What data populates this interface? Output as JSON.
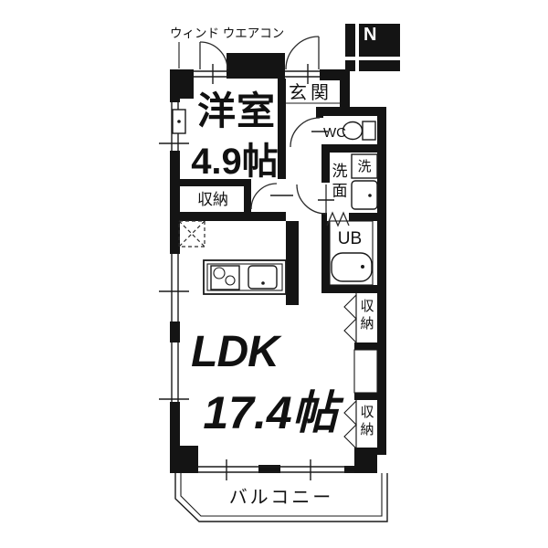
{
  "plan": {
    "title_hint": "apartment floor plan",
    "north_label": "N",
    "ac_label": "ウィンド ウエアコン",
    "entrance": {
      "label": "玄関"
    },
    "wc": {
      "label": "WC"
    },
    "laundry": {
      "label": "洗"
    },
    "washroom": {
      "label": "洗面"
    },
    "bath": {
      "label": "UB"
    },
    "western_room": {
      "label": "洋室",
      "size": "4.9帖",
      "closet_label": "収納"
    },
    "ldk": {
      "label": "LDK",
      "size": "17.4帖"
    },
    "closet_right_upper": {
      "label": "収納"
    },
    "closet_right_lower": {
      "label": "収納"
    },
    "balcony": {
      "label": "バルコニー"
    }
  },
  "colors": {
    "wall": "#141414",
    "background": "#ffffff",
    "line": "#1a1a1a"
  }
}
